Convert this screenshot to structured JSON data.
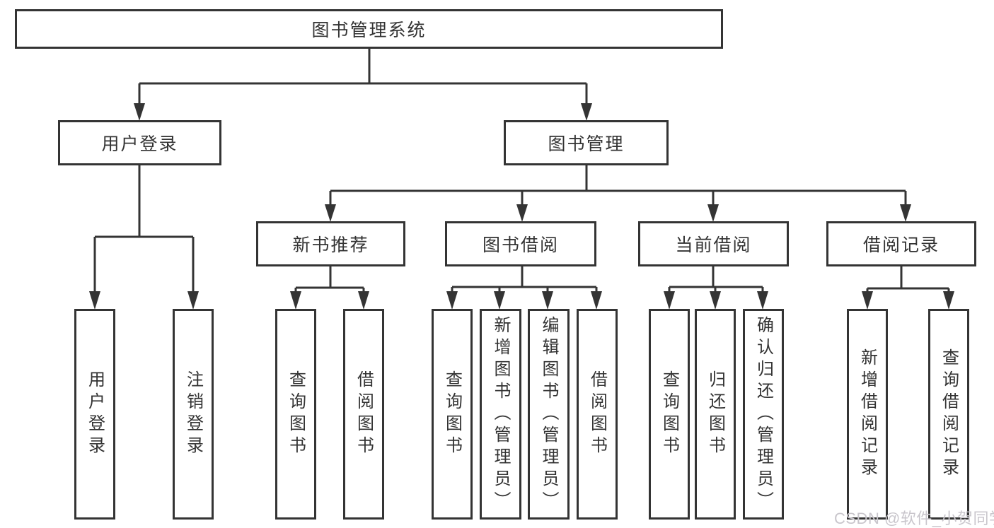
{
  "diagram": {
    "type": "hierarchy-tree",
    "title": "图书管理系统",
    "watermark": "CSDN @软件_小贺同学",
    "colors": {
      "background": "#ffffff",
      "box_fill": "#ffffff",
      "box_border": "#343434",
      "line": "#343434",
      "text": "#333333",
      "watermark": "#c9c6cc"
    },
    "nodes": [
      {
        "id": "root",
        "label": "图书管理系统",
        "level": 1,
        "orientation": "horizontal"
      },
      {
        "id": "user-login",
        "label": "用户登录",
        "level": 2,
        "orientation": "horizontal"
      },
      {
        "id": "book-management",
        "label": "图书管理",
        "level": 2,
        "orientation": "horizontal"
      },
      {
        "id": "new-book-recommendation",
        "label": "新书推荐",
        "level": 3,
        "orientation": "horizontal"
      },
      {
        "id": "book-borrowing",
        "label": "图书借阅",
        "level": 3,
        "orientation": "horizontal"
      },
      {
        "id": "current-borrowing",
        "label": "当前借阅",
        "level": 3,
        "orientation": "horizontal"
      },
      {
        "id": "borrowing-records",
        "label": "借阅记录",
        "level": 3,
        "orientation": "horizontal"
      },
      {
        "id": "user-login-action",
        "label": "用户登录",
        "level": 4,
        "orientation": "vertical"
      },
      {
        "id": "logout",
        "label": "注销登录",
        "level": 4,
        "orientation": "vertical"
      },
      {
        "id": "query-books-recommend",
        "label": "查询图书",
        "level": 4,
        "orientation": "vertical"
      },
      {
        "id": "borrow-books-recommend",
        "label": "借阅图书",
        "level": 4,
        "orientation": "vertical"
      },
      {
        "id": "query-books-borrowing",
        "label": "查询图书",
        "level": 4,
        "orientation": "vertical"
      },
      {
        "id": "add-books-admin",
        "label": "新增图书（管理员）",
        "level": 4,
        "orientation": "vertical"
      },
      {
        "id": "edit-books-admin",
        "label": "编辑图书（管理员）",
        "level": 4,
        "orientation": "vertical"
      },
      {
        "id": "borrow-books-borrowing",
        "label": "借阅图书",
        "level": 4,
        "orientation": "vertical"
      },
      {
        "id": "query-books-current",
        "label": "查询图书",
        "level": 4,
        "orientation": "vertical"
      },
      {
        "id": "return-books",
        "label": "归还图书",
        "level": 4,
        "orientation": "vertical"
      },
      {
        "id": "confirm-return-admin",
        "label": "确认归还（管理员）",
        "level": 4,
        "orientation": "vertical"
      },
      {
        "id": "add-borrowing-record",
        "label": "新增借阅记录",
        "level": 4,
        "orientation": "vertical"
      },
      {
        "id": "query-borrowing-record",
        "label": "查询借阅记录",
        "level": 4,
        "orientation": "vertical"
      }
    ],
    "edges": [
      {
        "from": "root",
        "to": "user-login"
      },
      {
        "from": "root",
        "to": "book-management"
      },
      {
        "from": "user-login",
        "to": "user-login-action"
      },
      {
        "from": "user-login",
        "to": "logout"
      },
      {
        "from": "book-management",
        "to": "new-book-recommendation"
      },
      {
        "from": "book-management",
        "to": "book-borrowing"
      },
      {
        "from": "book-management",
        "to": "current-borrowing"
      },
      {
        "from": "book-management",
        "to": "borrowing-records"
      },
      {
        "from": "new-book-recommendation",
        "to": "query-books-recommend"
      },
      {
        "from": "new-book-recommendation",
        "to": "borrow-books-recommend"
      },
      {
        "from": "book-borrowing",
        "to": "query-books-borrowing"
      },
      {
        "from": "book-borrowing",
        "to": "add-books-admin"
      },
      {
        "from": "book-borrowing",
        "to": "edit-books-admin"
      },
      {
        "from": "book-borrowing",
        "to": "borrow-books-borrowing"
      },
      {
        "from": "current-borrowing",
        "to": "query-books-current"
      },
      {
        "from": "current-borrowing",
        "to": "return-books"
      },
      {
        "from": "current-borrowing",
        "to": "confirm-return-admin"
      },
      {
        "from": "borrowing-records",
        "to": "add-borrowing-record"
      },
      {
        "from": "borrowing-records",
        "to": "query-borrowing-record"
      }
    ]
  }
}
